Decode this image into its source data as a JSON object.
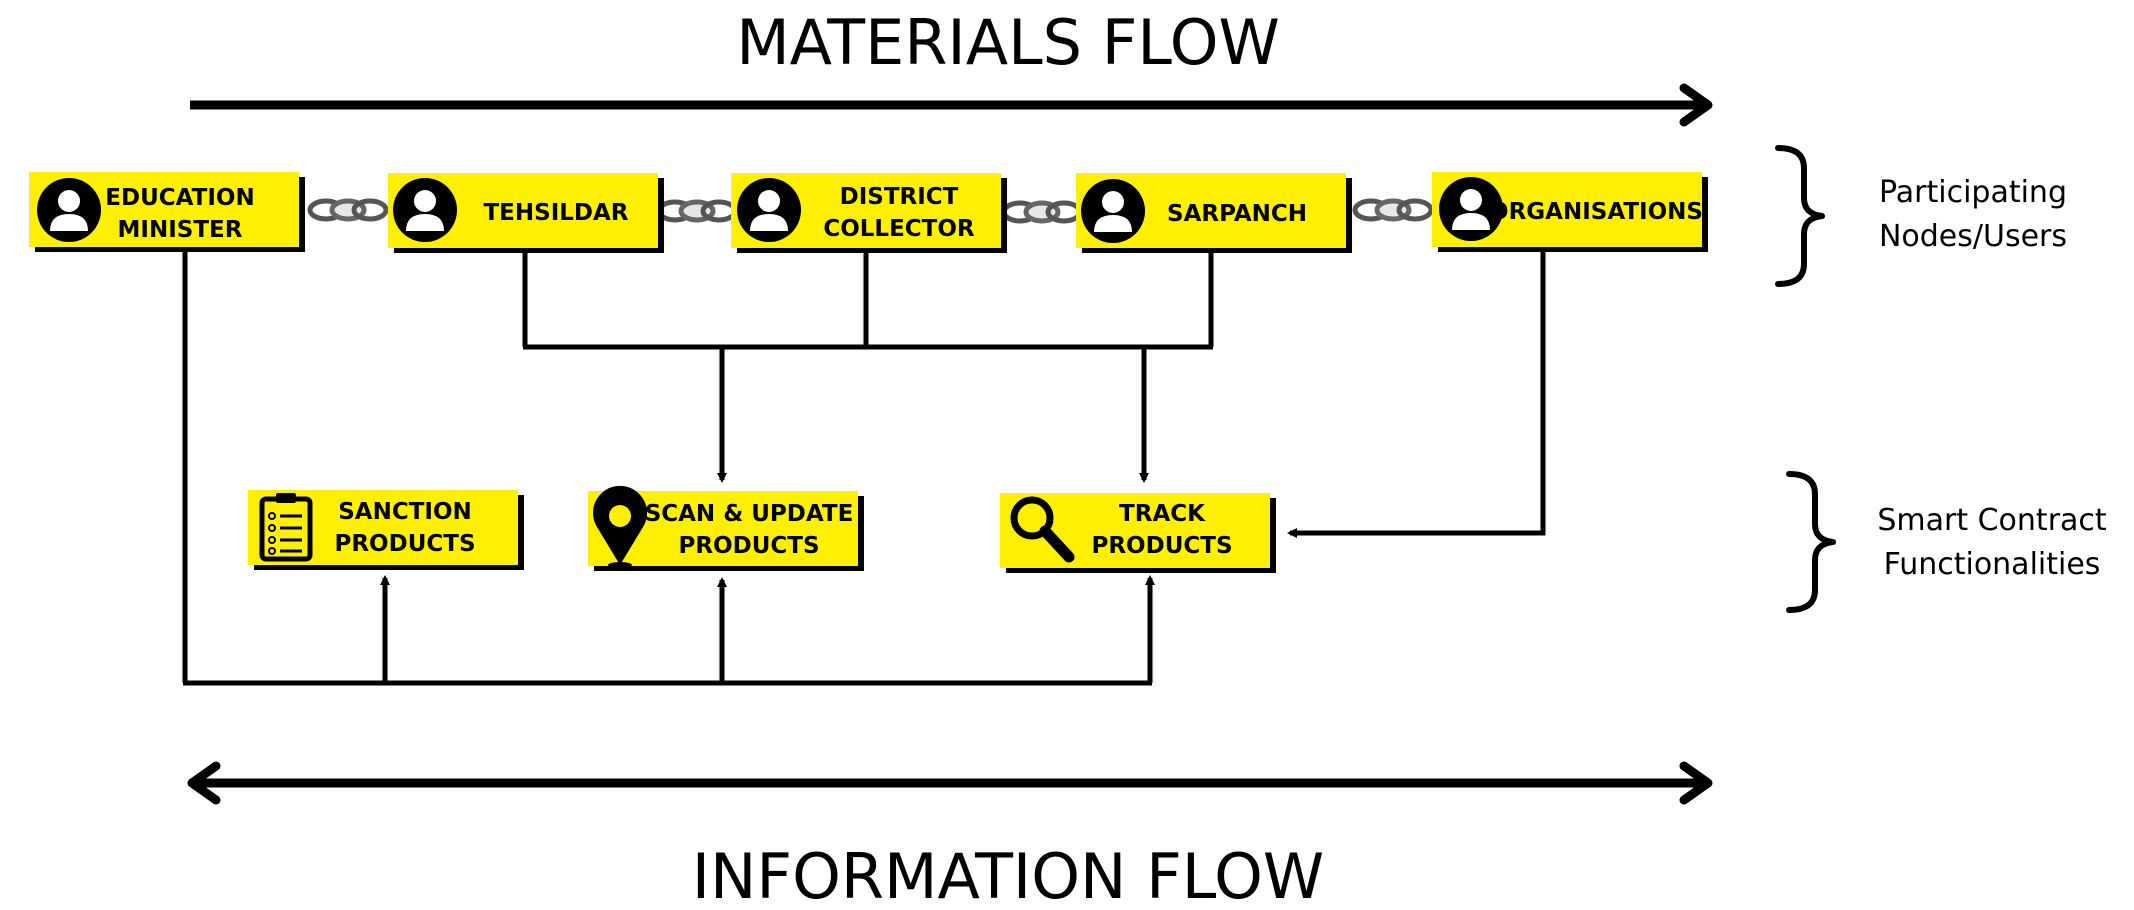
{
  "headings": {
    "top": "MATERIALS FLOW",
    "bottom": "INFORMATION FLOW"
  },
  "side_labels": {
    "nodes": [
      "Participating",
      "Nodes/Users"
    ],
    "contracts": [
      "Smart Contract",
      "Functionalities"
    ]
  },
  "nodes": [
    {
      "lines": [
        "EDUCATION",
        "MINISTER"
      ],
      "icon": "user-icon"
    },
    {
      "lines": [
        "TEHSILDAR"
      ],
      "icon": "user-icon"
    },
    {
      "lines": [
        "DISTRICT",
        "COLLECTOR"
      ],
      "icon": "user-icon"
    },
    {
      "lines": [
        "SARPANCH"
      ],
      "icon": "user-icon"
    },
    {
      "lines": [
        "ORGANISATIONS"
      ],
      "icon": "user-icon"
    }
  ],
  "functions": [
    {
      "lines": [
        "SANCTION",
        "PRODUCTS"
      ],
      "icon": "clipboard-icon"
    },
    {
      "lines": [
        "SCAN & UPDATE",
        "PRODUCTS"
      ],
      "icon": "location-pin-icon"
    },
    {
      "lines": [
        "TRACK",
        "PRODUCTS"
      ],
      "icon": "magnifier-icon"
    }
  ],
  "colors": {
    "box": "#FFEF00",
    "line": "#000000"
  }
}
